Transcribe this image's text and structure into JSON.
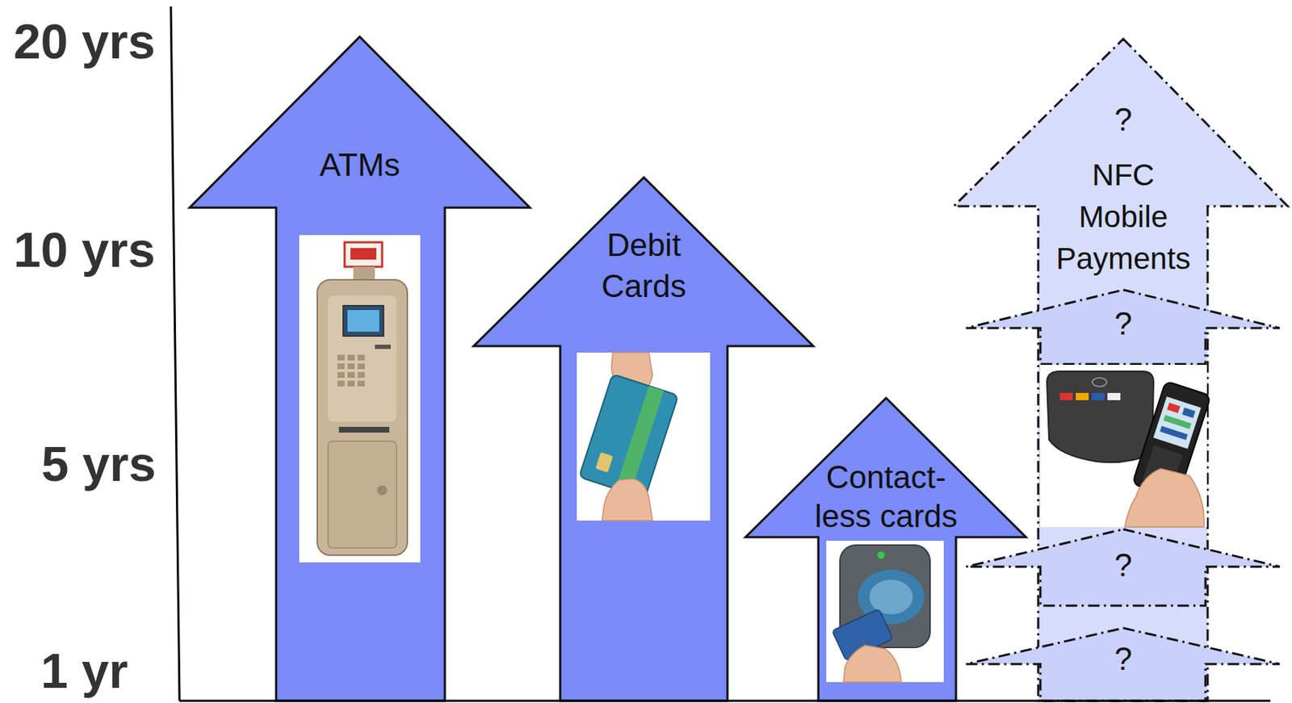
{
  "diagram": {
    "nodes": [
      {
        "text": [
          "ATMs"
        ]
      },
      {
        "text": [
          "Debit Cards"
        ]
      },
      {
        "text": [
          "Contact- less cards"
        ]
      },
      {
        "text": [
          "?",
          "NFC Mobile Payments"
        ]
      },
      {
        "text": [
          "?"
        ],
        "in": 3
      },
      {
        "text": [
          "?"
        ],
        "in": 3
      },
      {
        "text": [
          "?"
        ],
        "in": 3
      }
    ],
    "labels": [
      "20 yrs",
      "10 yrs",
      "5 yrs",
      "1 yr"
    ]
  }
}
